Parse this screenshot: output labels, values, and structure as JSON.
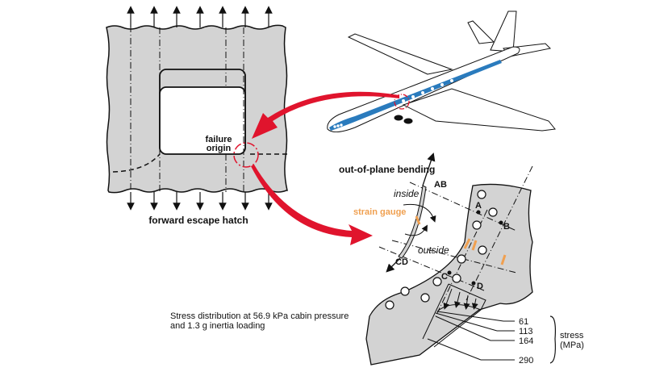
{
  "hatch_panel": {
    "caption": "forward escape hatch",
    "failure_label_line1": "failure",
    "failure_label_line2": "origin"
  },
  "detail": {
    "title": "out-of-plane bending",
    "inside_label": "inside",
    "outside_label": "outside",
    "strain_gauge_label": "strain gauge",
    "section_ab": "AB",
    "section_cd": "CD",
    "point_a": "A",
    "point_b": "B",
    "point_c": "C",
    "point_d": "D"
  },
  "stress_note": {
    "line1": "Stress distribution at 56.9 kPa cabin pressure",
    "line2": "and 1.3 g inertia loading"
  },
  "stress_scale": {
    "values": [
      "61",
      "113",
      "164",
      "290"
    ],
    "label_line1": "stress",
    "label_line2": "(MPa)"
  },
  "colors": {
    "panel_fill": "#d3d3d3",
    "arrow_red": "#e0142d",
    "fuselage_stripe": "#2a7bbd",
    "strain_gauge": "#f0a050"
  }
}
